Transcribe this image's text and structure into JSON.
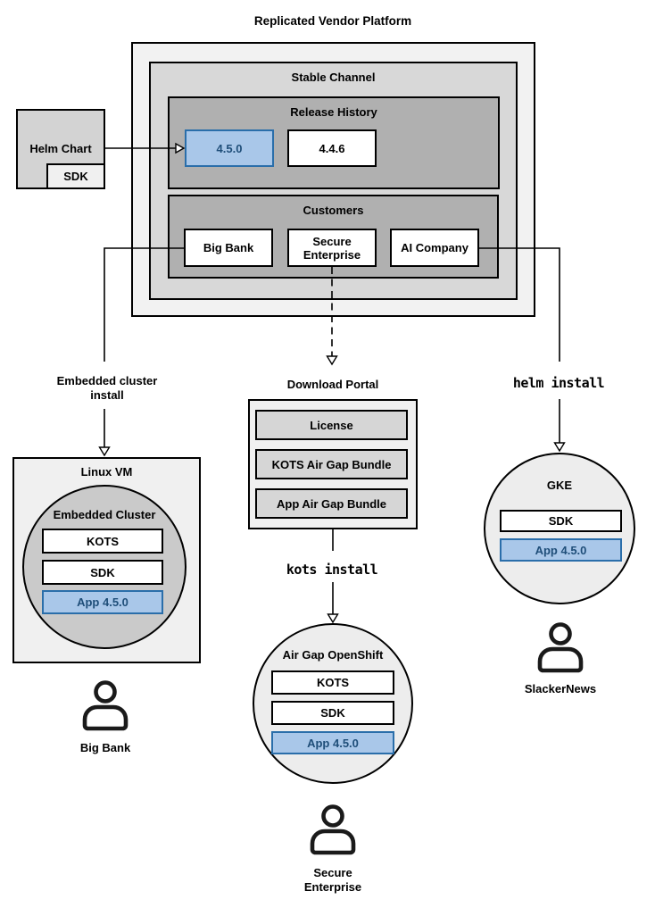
{
  "title": "Replicated Vendor Platform",
  "colors": {
    "highlight_fill": "#a9c7e9",
    "highlight_border": "#2a6eaa",
    "highlight_text": "#1f4e79"
  },
  "platform": {
    "stable_channel": "Stable Channel",
    "release_history": {
      "label": "Release History",
      "releases": [
        {
          "version": "4.5.0",
          "highlighted": true
        },
        {
          "version": "4.4.6",
          "highlighted": false
        }
      ]
    },
    "customers": {
      "label": "Customers",
      "big_bank": "Big Bank",
      "secure_line1": "Secure",
      "secure_line2": "Enterprise",
      "ai_company": "AI Company"
    }
  },
  "helm_chart": {
    "label": "Helm Chart",
    "sdk": "SDK"
  },
  "left_flow": {
    "arrow_label_line1": "Embedded cluster",
    "arrow_label_line2": "install",
    "vm": "Linux VM",
    "cluster": "Embedded Cluster",
    "kots": "KOTS",
    "sdk": "SDK",
    "app": "App 4.5.0",
    "user": "Big Bank"
  },
  "middle_flow": {
    "portal": "Download Portal",
    "license": "License",
    "kots_bundle": "KOTS Air Gap Bundle",
    "app_bundle": "App Air Gap Bundle",
    "command": "kots install",
    "cluster": "Air Gap OpenShift",
    "kots": "KOTS",
    "sdk": "SDK",
    "app": "App 4.5.0",
    "user_line1": "Secure",
    "user_line2": "Enterprise"
  },
  "right_flow": {
    "command": "helm install",
    "cluster": "GKE",
    "sdk": "SDK",
    "app": "App 4.5.0",
    "user": "SlackerNews"
  }
}
